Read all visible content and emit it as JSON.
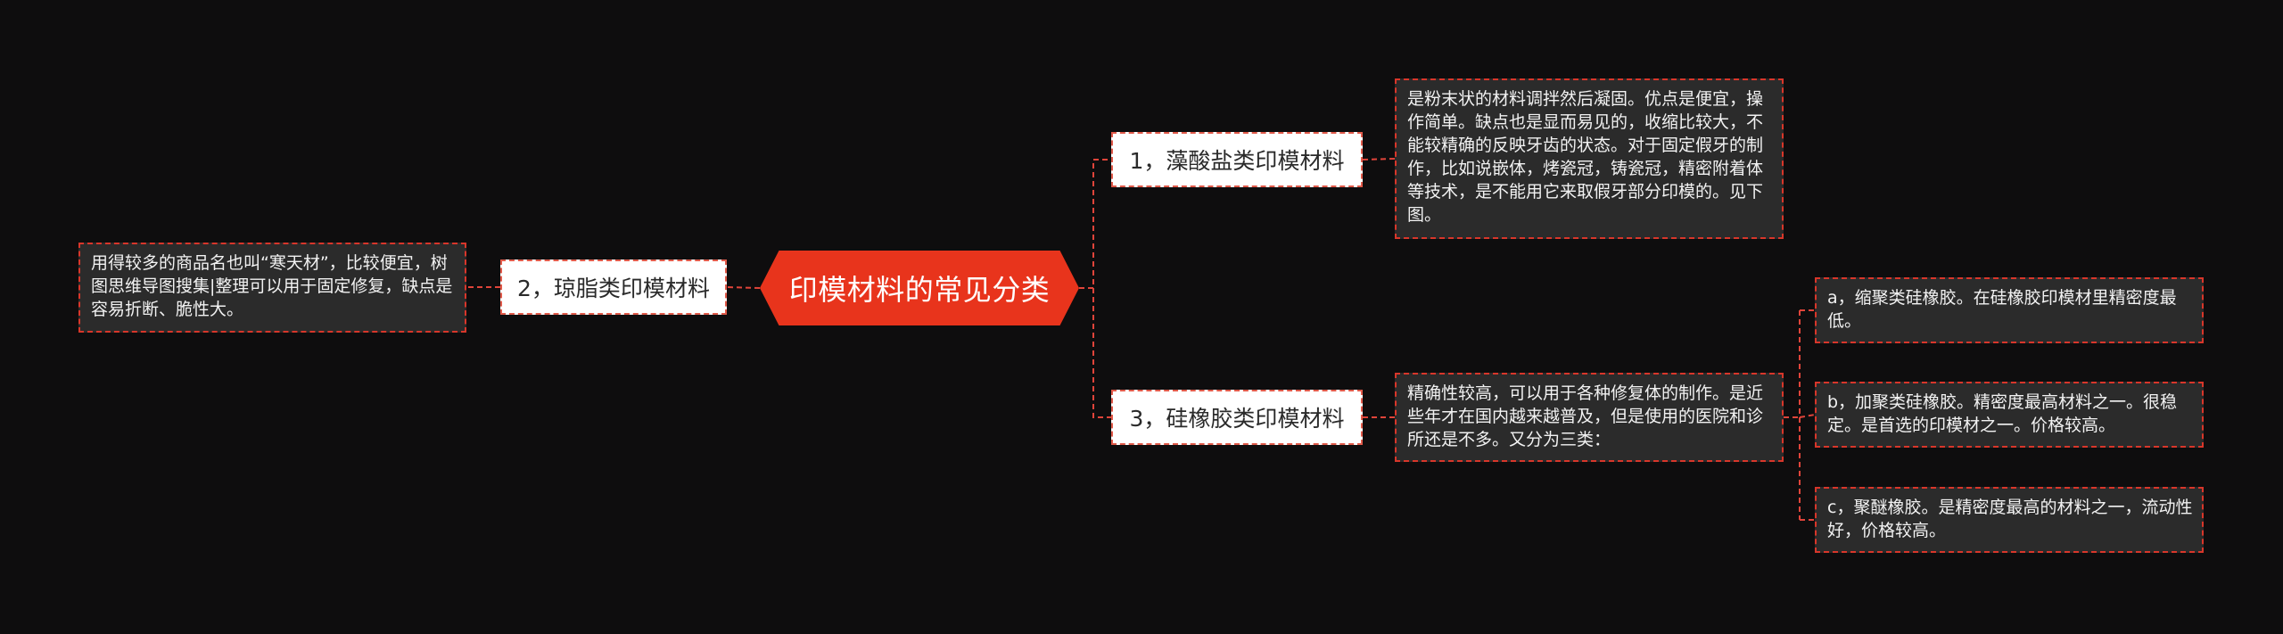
{
  "mindmap": {
    "root": "印模材料的常见分类",
    "colors": {
      "background": "#0e0d0e",
      "root_fill": "#e8341c",
      "connector": "#e0443a",
      "note_fill": "#2b2b2b",
      "branch_fill": "#ffffff"
    },
    "branches": [
      {
        "label": "1，藻酸盐类印模材料",
        "note": "是粉末状的材料调拌然后凝固。优点是便宜，操作简单。缺点也是显而易见的，收缩比较大，不能较精确的反映牙齿的状态。对于固定假牙的制作，比如说嵌体，烤瓷冠，铸瓷冠，精密附着体等技术，是不能用它来取假牙部分印模的。见下图。"
      },
      {
        "label": "2，琼脂类印模材料",
        "note": "用得较多的商品名也叫“寒天材”，比较便宜，树图思维导图搜集|整理可以用于固定修复，缺点是容易折断、脆性大。"
      },
      {
        "label": "3，硅橡胶类印模材料",
        "note": "精确性较高，可以用于各种修复体的制作。是近些年才在国内越来越普及，但是使用的医院和诊所还是不多。又分为三类：",
        "subtypes": [
          "a，缩聚类硅橡胶。在硅橡胶印模材里精密度最低。",
          "b，加聚类硅橡胶。精密度最高材料之一。很稳定。是首选的印模材之一。价格较高。",
          "c，聚醚橡胶。是精密度最高的材料之一，流动性好，价格较高。"
        ]
      }
    ]
  }
}
